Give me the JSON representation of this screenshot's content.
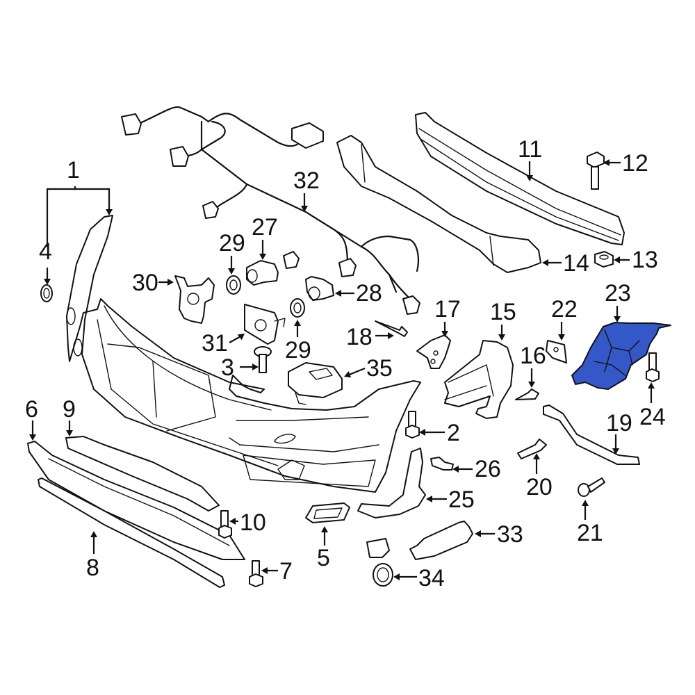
{
  "diagram": {
    "type": "exploded-parts-diagram",
    "subject": "Front bumper assembly",
    "highlight_color": "#3558c8",
    "highlighted_part": "23",
    "callouts": [
      {
        "id": "1",
        "label": "1"
      },
      {
        "id": "2",
        "label": "2"
      },
      {
        "id": "3",
        "label": "3"
      },
      {
        "id": "4",
        "label": "4"
      },
      {
        "id": "5",
        "label": "5"
      },
      {
        "id": "6",
        "label": "6"
      },
      {
        "id": "7",
        "label": "7"
      },
      {
        "id": "8",
        "label": "8"
      },
      {
        "id": "9",
        "label": "9"
      },
      {
        "id": "10",
        "label": "10"
      },
      {
        "id": "11",
        "label": "11"
      },
      {
        "id": "12",
        "label": "12"
      },
      {
        "id": "13",
        "label": "13"
      },
      {
        "id": "14",
        "label": "14"
      },
      {
        "id": "15",
        "label": "15"
      },
      {
        "id": "16",
        "label": "16"
      },
      {
        "id": "17",
        "label": "17"
      },
      {
        "id": "18",
        "label": "18"
      },
      {
        "id": "19",
        "label": "19"
      },
      {
        "id": "20",
        "label": "20"
      },
      {
        "id": "21",
        "label": "21"
      },
      {
        "id": "22",
        "label": "22"
      },
      {
        "id": "23",
        "label": "23"
      },
      {
        "id": "24",
        "label": "24"
      },
      {
        "id": "25",
        "label": "25"
      },
      {
        "id": "26",
        "label": "26"
      },
      {
        "id": "27",
        "label": "27"
      },
      {
        "id": "28",
        "label": "28"
      },
      {
        "id": "29a",
        "label": "29"
      },
      {
        "id": "29b",
        "label": "29"
      },
      {
        "id": "30",
        "label": "30"
      },
      {
        "id": "31",
        "label": "31"
      },
      {
        "id": "32",
        "label": "32"
      },
      {
        "id": "33",
        "label": "33"
      },
      {
        "id": "34",
        "label": "34"
      },
      {
        "id": "35",
        "label": "35"
      }
    ]
  }
}
